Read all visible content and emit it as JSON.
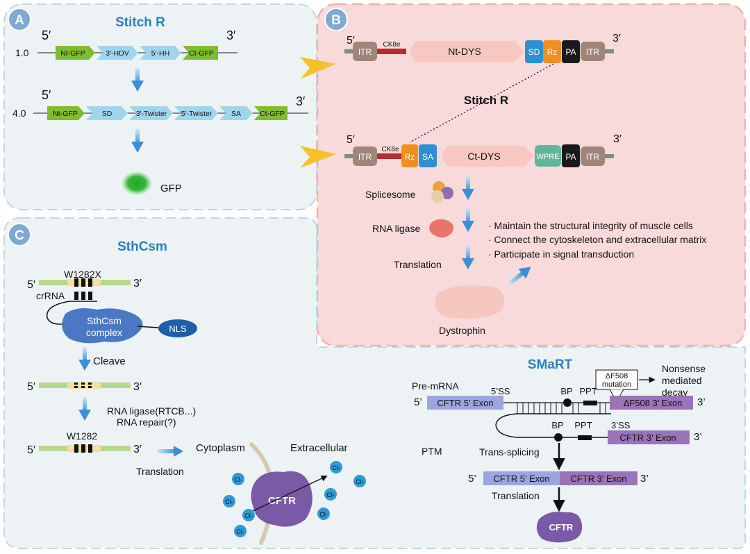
{
  "panels": {
    "a": {
      "badge": "A",
      "title": "Stitch R",
      "end5": "5′",
      "end3": "3′",
      "row1": {
        "version": "1.0",
        "parts": [
          "Nt-GFP",
          "3′-HDV",
          "5′-HH",
          "Ct-GFP"
        ]
      },
      "row2": {
        "version": "4.0",
        "parts": [
          "Nt-GFP",
          "SD",
          "3′-Twister",
          "5′-Twister",
          "SA",
          "Ct-GFP"
        ]
      },
      "gfp_label": "GFP"
    },
    "b": {
      "badge": "B",
      "title": "Stitch R",
      "end5": "5′",
      "end3": "3′",
      "construct1": {
        "itr": "ITR",
        "promoter": "CK8e",
        "gene": "Nt-DYS",
        "sd": "SD",
        "rz": "Rz",
        "pa": "PA",
        "itr2": "ITR"
      },
      "construct2": {
        "itr": "ITR",
        "promoter": "CK8e",
        "rz": "Rz",
        "sa": "SA",
        "gene": "Ct-DYS",
        "wpre": "WPRE",
        "pa": "PA",
        "itr2": "ITR"
      },
      "spliceosome": "Splicesome",
      "ligase": "RNA ligase",
      "translation": "Translation",
      "product": "Dystrophin",
      "functions": [
        "· Maintain the structural integrity of muscle cells",
        "· Connect the cytoskeleton and extracellular matrix",
        "· Participate in signal transduction"
      ]
    },
    "c": {
      "badge": "C",
      "title": "SthCsm",
      "end5": "5′",
      "end3": "3′",
      "mutation": "W1282X",
      "crrna": "crRNA",
      "complex_line1": "SthCsm",
      "complex_line2": "complex",
      "nls": "NLS",
      "cleave": "Cleave",
      "repair_line1": "RNA ligase(RTCB...)",
      "repair_line2": "RNA repair(?)",
      "wildtype": "W1282",
      "translation": "Translation",
      "cytoplasm": "Cytoplasm",
      "extracellular": "Extracellular",
      "cftr": "CFTR",
      "ion": "Cl-"
    },
    "d": {
      "title": "SMaRT",
      "premrna": "Pre-mRNA",
      "ss5": "5’SS",
      "end5": "5’",
      "end3": "3’",
      "exon5": "CFTR 5’ Exon",
      "exon3_mut": "ΔF508  3’ Exon",
      "mutation_box_line1": "ΔF508",
      "mutation_box_line2": "mutation",
      "nmd_line1": "Nonsense",
      "nmd_line2": "mediated",
      "nmd_line3": "decay",
      "bp": "BP",
      "ppt": "PPT",
      "ss3": "3’SS",
      "ptm": "PTM",
      "ptm_exon": "CFTR 3’ Exon",
      "trans_splicing": "Trans-splicing",
      "product_exon5": "CFTR 5’ Exon",
      "product_exon3": "CFTR 3’ Exon",
      "translation": "Translation",
      "cftr": "CFTR"
    }
  },
  "colors": {
    "panel_blue": "#edf3f4",
    "panel_pink": "#f8dada",
    "green_box": "#7dbd2e",
    "blue_box": "#9fd6ee",
    "itr": "#9e8679",
    "ck8e": "#b92b2f",
    "gene": "#f7c8c0",
    "sd_sa": "#2f8fd0",
    "rz": "#f18e20",
    "pa": "#1a1a1a",
    "wpre": "#62b59b",
    "csm_complex": "#4a78c2",
    "nls": "#1f5fa8",
    "cftr": "#7a5aa6",
    "exon5": "#9ba6e0",
    "exon3": "#9a73b8",
    "chloride": "#2e9ad6"
  }
}
